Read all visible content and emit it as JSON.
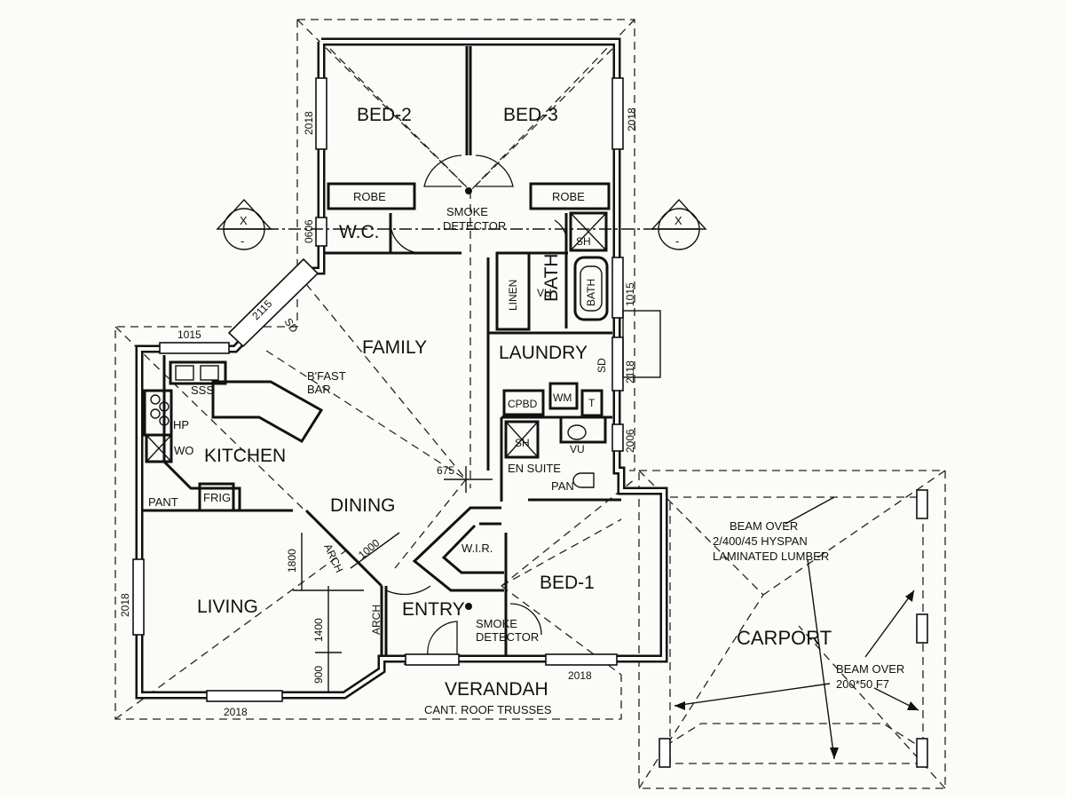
{
  "rooms": {
    "bed2": "BED-2",
    "bed3": "BED-3",
    "robe_left": "ROBE",
    "robe_right": "ROBE",
    "wc": "W.C.",
    "bath": "BATH",
    "bath_tub": "BATH",
    "sh_bath": "SH",
    "linen": "LINEN",
    "vu_bath": "VU",
    "family": "FAMILY",
    "laundry": "LAUNDRY",
    "cpbd": "CPBD",
    "wm": "WM",
    "t": "T",
    "sh_ensuite": "SH",
    "vu_ensuite": "VU",
    "en_suite": "EN SUITE",
    "pan": "PAN",
    "kitchen": "KITCHEN",
    "sss": "SSS",
    "hp": "HP",
    "wo": "WO",
    "pant": "PANT",
    "frig": "FRIG",
    "bfast_bar_1": "B'FAST",
    "bfast_bar_2": "BAR",
    "dining": "DINING",
    "living": "LIVING",
    "entry": "ENTRY",
    "wir": "W.I.R.",
    "bed1": "BED-1",
    "verandah": "VERANDAH",
    "roof_trusses": "CANT. ROOF TRUSSES",
    "carport": "CARPORT",
    "smoke_detector_top_1": "SMOKE",
    "smoke_detector_top_2": "DETECTOR",
    "smoke_detector_bottom_1": "SMOKE",
    "smoke_detector_bottom_2": "DETECTOR",
    "arch_living": "ARCH",
    "arch_entry": "ARCH",
    "sd_kitchen": "SD",
    "sd_laundry": "SD"
  },
  "beams": {
    "beam1_line1": "BEAM OVER",
    "beam1_line2": "2/400/45 HYSPAN",
    "beam1_line3": "LAMINATED LUMBER",
    "beam2_line1": "BEAM OVER",
    "beam2_line2": "200*50 F7"
  },
  "section_marker": {
    "letter_left": "X",
    "sub_left": "-",
    "letter_right": "X",
    "sub_right": "-"
  },
  "window_sizes": {
    "bed2_side": "2018",
    "bed3_side": "2018",
    "wc_side": "0606",
    "kitchen_diagonal": "2115",
    "kitchen_top": "1015",
    "bath_side": "1015",
    "laundry_side": "2118",
    "ensuite_side": "2006",
    "living_side": "2018",
    "living_bottom": "2018",
    "bed1_bottom": "2018"
  },
  "dimensions": {
    "dim_675": "675",
    "dim_1800": "1800",
    "dim_1000": "1000",
    "dim_1400": "1400",
    "dim_900": "900"
  }
}
